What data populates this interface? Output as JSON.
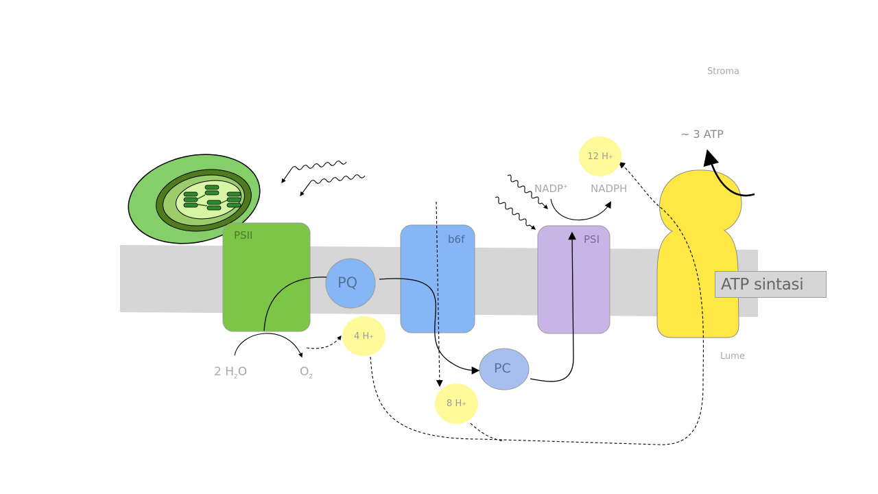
{
  "labels": {
    "stroma": "Stroma",
    "lumen": "Lume",
    "psii": "PSII",
    "b6f": "b6f",
    "psi": "PSI",
    "atp_synthase": "ATP sintasi",
    "pq": "PQ",
    "pc": "PC",
    "atp_yield": "~ 3 ATP",
    "nadp_base": "NADP",
    "nadp_charge": "+",
    "nadph": "NADPH",
    "water_coef": "2 H",
    "water_sub": "2",
    "water_tail": "O",
    "oxygen": "O",
    "oxygen_sub": "2"
  },
  "protons": {
    "h4": {
      "count": "4 H",
      "charge": "+"
    },
    "h8": {
      "count": "8 H",
      "charge": "+"
    },
    "h12": {
      "count": "12 H",
      "charge": "+"
    }
  },
  "colors": {
    "membrane": "#d6d6d6",
    "psii": "#7dc546",
    "b6f": "#86b6f5",
    "psi": "#c9b4e6",
    "atp_synthase": "#ffe745",
    "carrier": "#86b6f5",
    "pc": "#a7bfee",
    "proton": "#fffa99",
    "chloroplast_outer": "#85cf6a",
    "chloroplast_inner": "#4f7a1e"
  }
}
